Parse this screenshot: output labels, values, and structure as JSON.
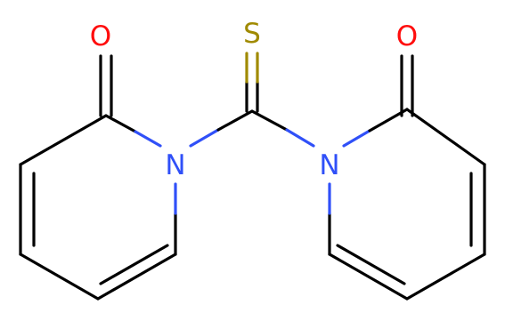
{
  "atoms": [
    {
      "id": "O1",
      "label": "O",
      "color": "#ff0d0d"
    },
    {
      "id": "S1",
      "label": "S",
      "color": "#a08a00"
    },
    {
      "id": "O2",
      "label": "O",
      "color": "#ff0d0d"
    },
    {
      "id": "N1",
      "label": "N",
      "color": "#3050f8"
    },
    {
      "id": "N2",
      "label": "N",
      "color": "#3050f8"
    }
  ],
  "bond_color": "#000000"
}
